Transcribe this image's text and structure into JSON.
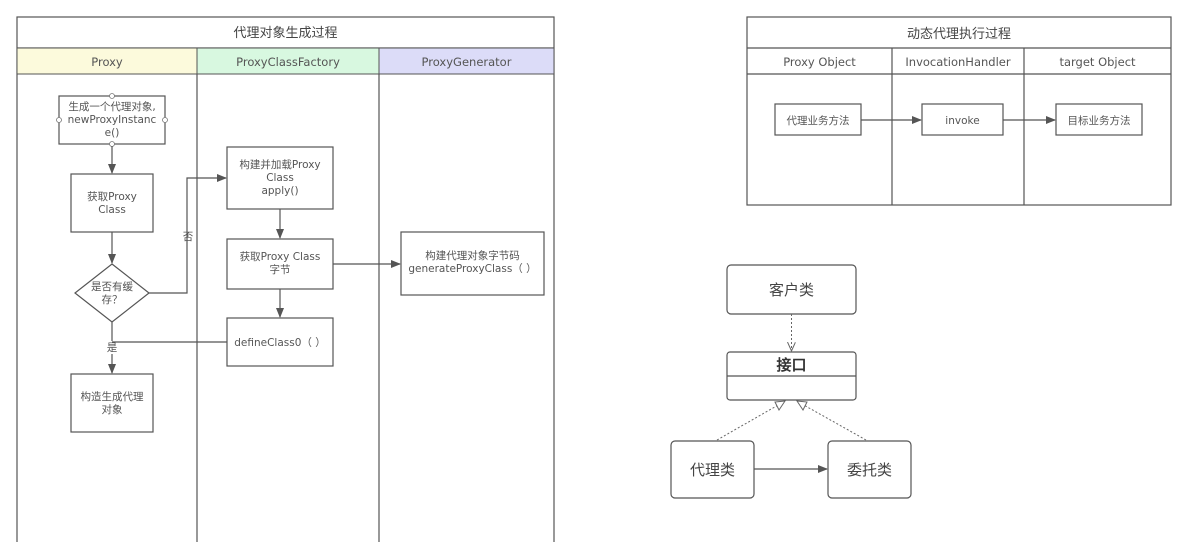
{
  "left_diagram": {
    "title": "代理对象生成过程",
    "lanes": [
      {
        "name": "Proxy",
        "color": "#fcfadc"
      },
      {
        "name": "ProxyClassFactory",
        "color": "#d8f8e0"
      },
      {
        "name": "ProxyGenerator",
        "color": "#dcdcf8"
      }
    ],
    "nodes": {
      "start": [
        "生成一个代理对象,",
        "newProxyInstanc",
        "e()"
      ],
      "get_proxy_class": [
        "获取Proxy",
        "Class"
      ],
      "has_cache": [
        "是否有缓",
        "存？"
      ],
      "build_proxy": [
        "构造生成代理",
        "对象"
      ],
      "build_load": [
        "构建并加载Proxy",
        "Class",
        "apply()"
      ],
      "get_bytes": [
        "获取Proxy Class",
        "字节"
      ],
      "define_class": [
        "defineClass0（ ）"
      ],
      "gen_bytes": [
        "构建代理对象字节码",
        "generateProxyClass（ ）"
      ]
    },
    "labels": {
      "no": "否",
      "yes": "是"
    }
  },
  "right_diagram": {
    "title": "动态代理执行过程",
    "columns": [
      "Proxy Object",
      "InvocationHandler",
      "target Object"
    ],
    "nodes": [
      "代理业务方法",
      "invoke",
      "目标业务方法"
    ]
  },
  "class_diagram": {
    "client": "客户类",
    "interface": "接口",
    "proxy": "代理类",
    "delegate": "委托类"
  }
}
